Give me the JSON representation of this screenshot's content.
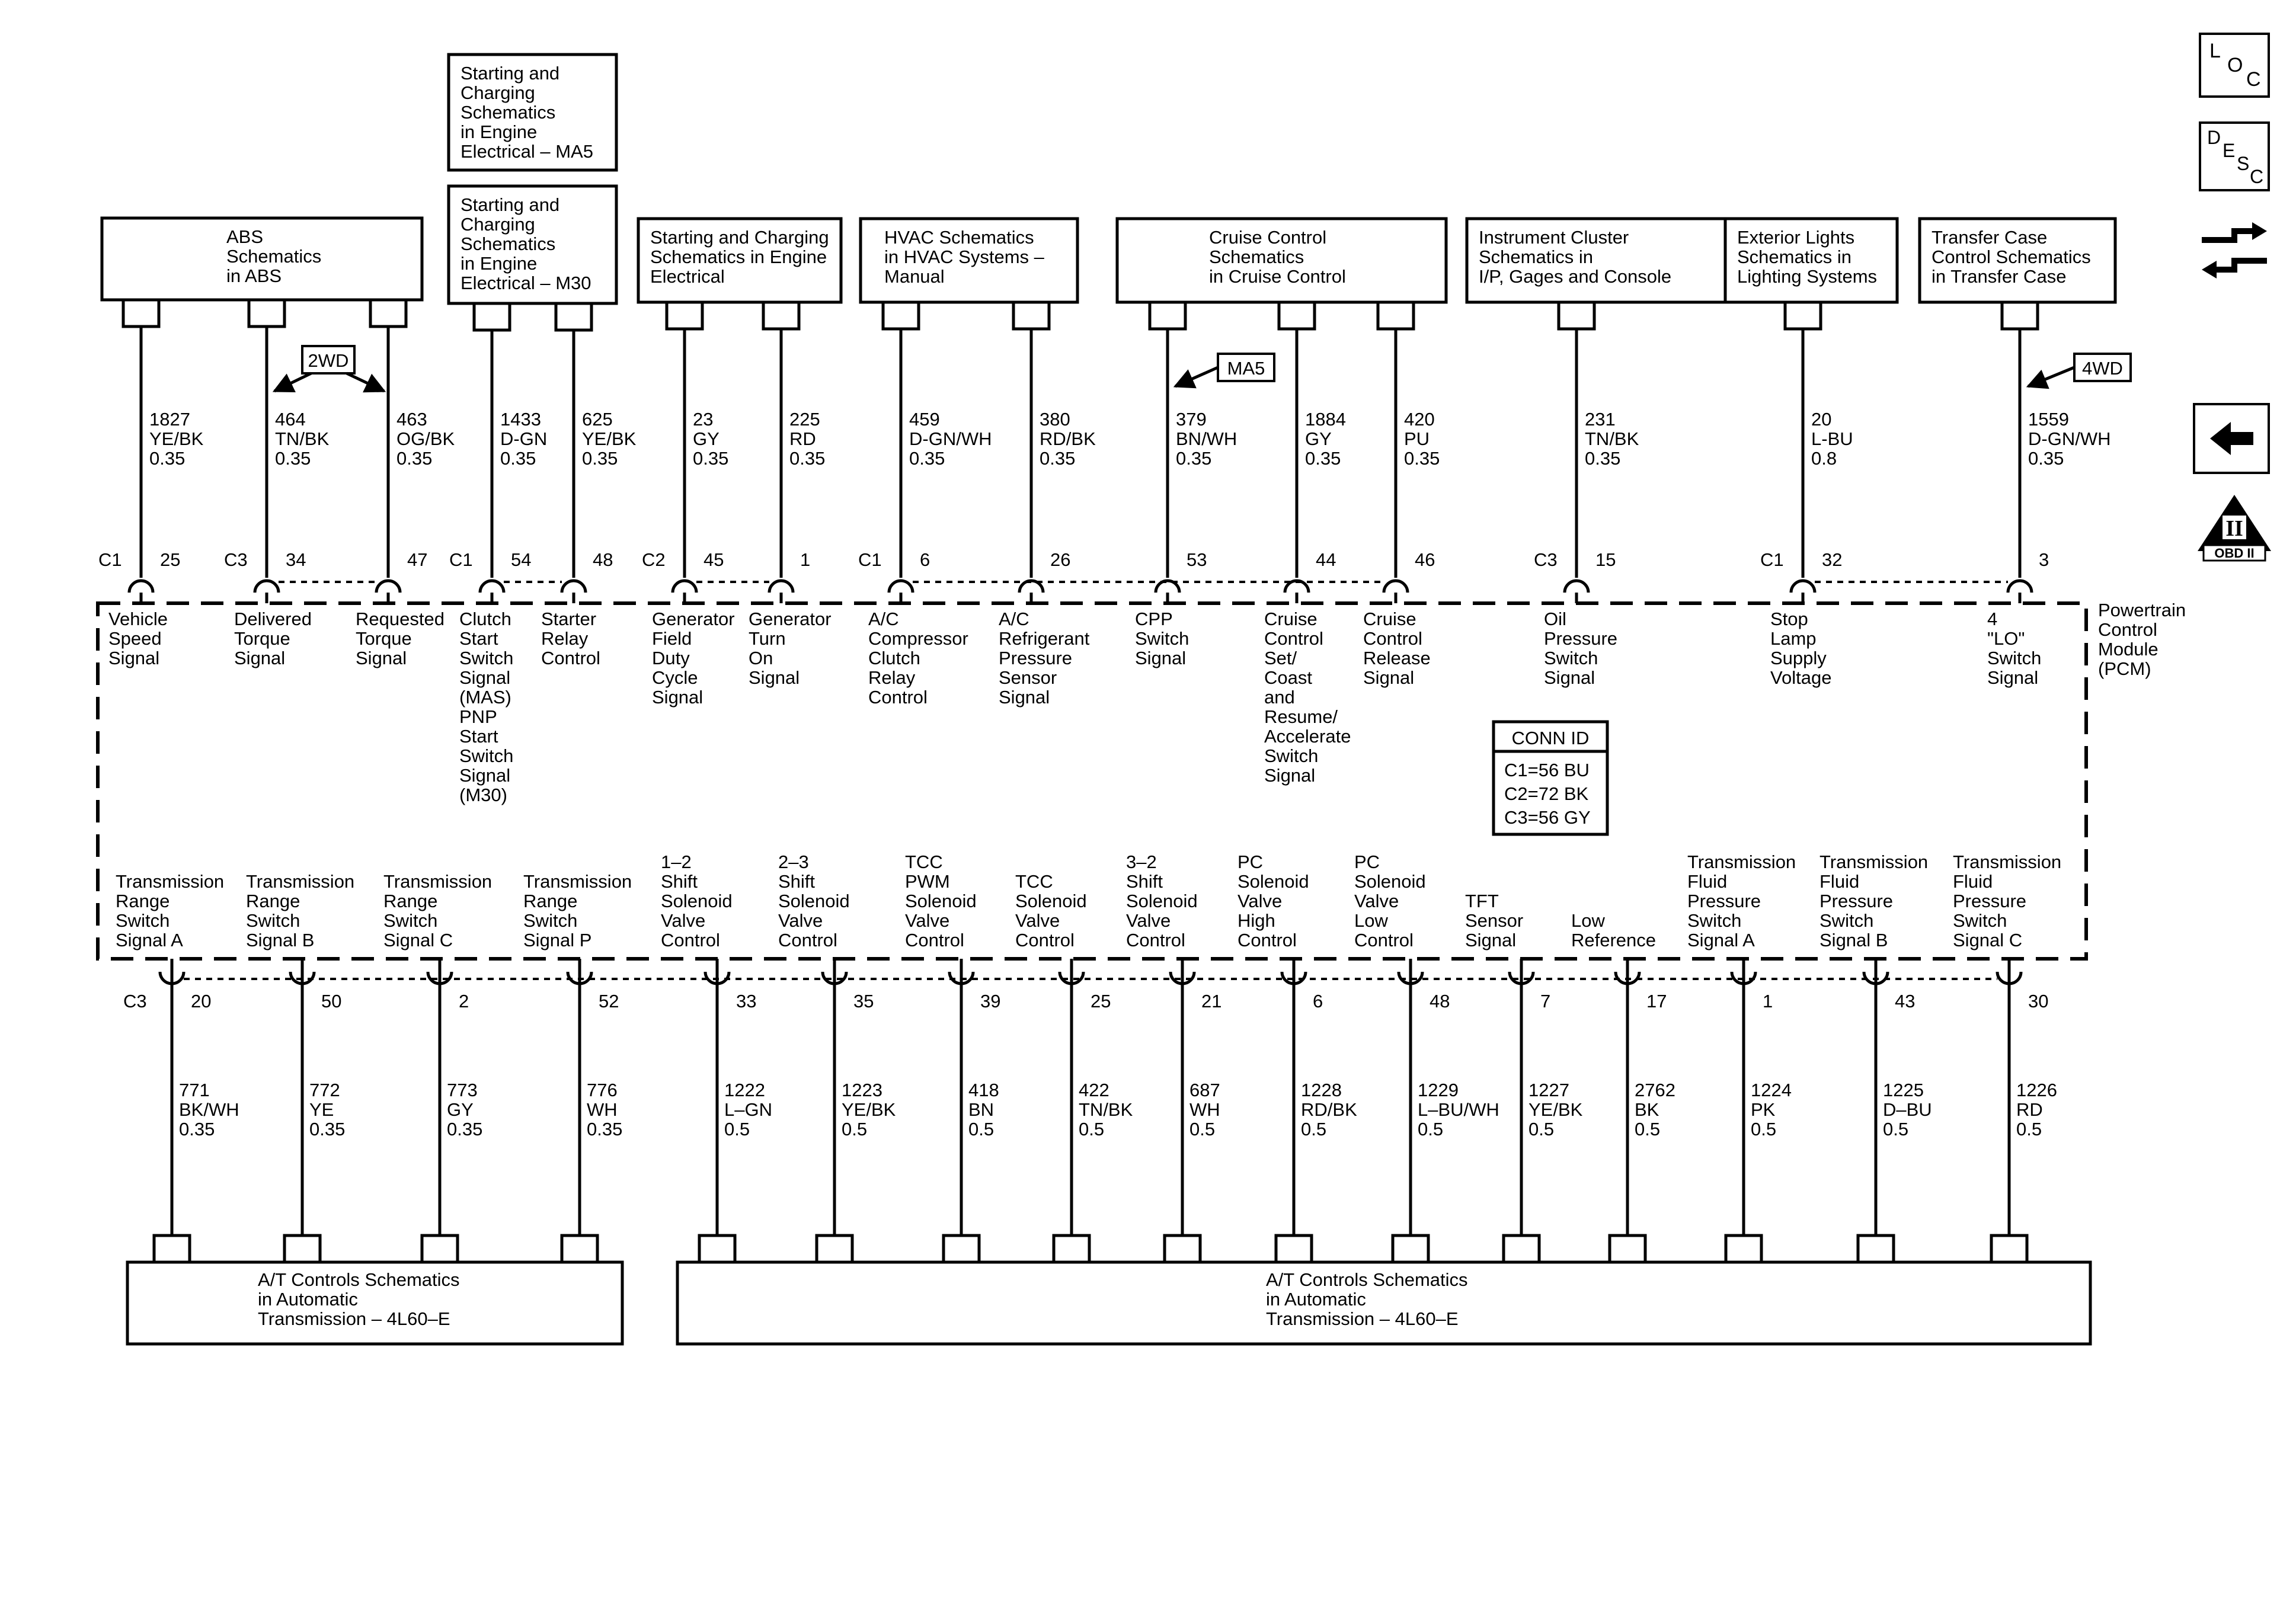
{
  "top_refs": [
    {
      "lines": [
        "ABS",
        "Schematics",
        "in ABS"
      ]
    },
    {
      "lines": [
        "Starting and",
        "Charging",
        "Schematics",
        "in Engine",
        "Electrical – MA5"
      ]
    },
    {
      "lines": [
        "Starting and",
        "Charging",
        "Schematics",
        "in Engine",
        "Electrical – M30"
      ]
    },
    {
      "lines": [
        "Starting and Charging",
        "Schematics in Engine",
        "Electrical"
      ]
    },
    {
      "lines": [
        "HVAC Schematics",
        "in HVAC Systems –",
        "Manual"
      ]
    },
    {
      "lines": [
        "Cruise Control",
        "Schematics",
        "in Cruise Control"
      ]
    },
    {
      "lines": [
        "Instrument Cluster",
        "Schematics in",
        "I/P, Gages and Console"
      ]
    },
    {
      "lines": [
        "Exterior Lights",
        "Schematics in",
        "Lighting Systems"
      ]
    },
    {
      "lines": [
        "Transfer Case",
        "Control Schematics",
        "in Transfer Case"
      ]
    }
  ],
  "bottom_refs": [
    {
      "lines": [
        "A/T Controls Schematics",
        "in Automatic",
        "Transmission – 4L60–E"
      ]
    },
    {
      "lines": [
        "A/T Controls Schematics",
        "in Automatic",
        "Transmission – 4L60–E"
      ]
    }
  ],
  "top_wires": [
    {
      "connector": "C1",
      "pin": "25",
      "circuit": "1827",
      "color": "YE/BK",
      "gauge": "0.35",
      "function": [
        "Vehicle",
        "Speed",
        "Signal"
      ]
    },
    {
      "connector": "C3",
      "pin": "34",
      "circuit": "464",
      "color": "TN/BK",
      "gauge": "0.35",
      "function": [
        "Delivered",
        "Torque",
        "Signal"
      ]
    },
    {
      "connector": "",
      "pin": "47",
      "circuit": "463",
      "color": "OG/BK",
      "gauge": "0.35",
      "function": [
        "Requested",
        "Torque",
        "Signal"
      ]
    },
    {
      "connector": "C1",
      "pin": "54",
      "circuit": "1433",
      "color": "D-GN",
      "gauge": "0.35",
      "function": [
        "Clutch",
        "Start",
        "Switch",
        "Signal",
        "(MAS)",
        "PNP",
        "Start",
        "Switch",
        "Signal",
        "(M30)"
      ]
    },
    {
      "connector": "",
      "pin": "48",
      "circuit": "625",
      "color": "YE/BK",
      "gauge": "0.35",
      "function": [
        "Starter",
        "Relay",
        "Control"
      ]
    },
    {
      "connector": "C2",
      "pin": "45",
      "circuit": "23",
      "color": "GY",
      "gauge": "0.35",
      "function": [
        "Generator",
        "Field",
        "Duty",
        "Cycle",
        "Signal"
      ]
    },
    {
      "connector": "",
      "pin": "1",
      "circuit": "225",
      "color": "RD",
      "gauge": "0.35",
      "function": [
        "Generator",
        "Turn",
        "On",
        "Signal"
      ]
    },
    {
      "connector": "C1",
      "pin": "6",
      "circuit": "459",
      "color": "D-GN/WH",
      "gauge": "0.35",
      "function": [
        "A/C",
        "Compressor",
        "Clutch",
        "Relay",
        "Control"
      ]
    },
    {
      "connector": "",
      "pin": "26",
      "circuit": "380",
      "color": "RD/BK",
      "gauge": "0.35",
      "function": [
        "A/C",
        "Refrigerant",
        "Pressure",
        "Sensor",
        "Signal"
      ]
    },
    {
      "connector": "",
      "pin": "53",
      "circuit": "379",
      "color": "BN/WH",
      "gauge": "0.35",
      "function": [
        "CPP",
        "Switch",
        "Signal"
      ]
    },
    {
      "connector": "",
      "pin": "44",
      "circuit": "1884",
      "color": "GY",
      "gauge": "0.35",
      "function": [
        "Cruise",
        "Control",
        "Set/",
        "Coast",
        "and",
        "Resume/",
        "Accelerate",
        "Switch",
        "Signal"
      ]
    },
    {
      "connector": "",
      "pin": "46",
      "circuit": "420",
      "color": "PU",
      "gauge": "0.35",
      "function": [
        "Cruise",
        "Control",
        "Release",
        "Signal"
      ]
    },
    {
      "connector": "C3",
      "pin": "15",
      "circuit": "231",
      "color": "TN/BK",
      "gauge": "0.35",
      "function": [
        "Oil",
        "Pressure",
        "Switch",
        "Signal"
      ]
    },
    {
      "connector": "C1",
      "pin": "32",
      "circuit": "20",
      "color": "L-BU",
      "gauge": "0.8",
      "function": [
        "Stop",
        "Lamp",
        "Supply",
        "Voltage"
      ]
    },
    {
      "connector": "",
      "pin": "3",
      "circuit": "1559",
      "color": "D-GN/WH",
      "gauge": "0.35",
      "function": [
        "4",
        "\"LO\"",
        "Switch",
        "Signal"
      ]
    }
  ],
  "bottom_wires": [
    {
      "connector": "C3",
      "pin": "20",
      "circuit": "771",
      "color": "BK/WH",
      "gauge": "0.35",
      "function": [
        "Transmission",
        "Range",
        "Switch",
        "Signal A"
      ]
    },
    {
      "connector": "",
      "pin": "50",
      "circuit": "772",
      "color": "YE",
      "gauge": "0.35",
      "function": [
        "Transmission",
        "Range",
        "Switch",
        "Signal B"
      ]
    },
    {
      "connector": "",
      "pin": "2",
      "circuit": "773",
      "color": "GY",
      "gauge": "0.35",
      "function": [
        "Transmission",
        "Range",
        "Switch",
        "Signal C"
      ]
    },
    {
      "connector": "",
      "pin": "52",
      "circuit": "776",
      "color": "WH",
      "gauge": "0.35",
      "function": [
        "Transmission",
        "Range",
        "Switch",
        "Signal P"
      ]
    },
    {
      "connector": "",
      "pin": "33",
      "circuit": "1222",
      "color": "L–GN",
      "gauge": "0.5",
      "function": [
        "1–2",
        "Shift",
        "Solenoid",
        "Valve",
        "Control"
      ]
    },
    {
      "connector": "",
      "pin": "35",
      "circuit": "1223",
      "color": "YE/BK",
      "gauge": "0.5",
      "function": [
        "2–3",
        "Shift",
        "Solenoid",
        "Valve",
        "Control"
      ]
    },
    {
      "connector": "",
      "pin": "39",
      "circuit": "418",
      "color": "BN",
      "gauge": "0.5",
      "function": [
        "TCC",
        "PWM",
        "Solenoid",
        "Valve",
        "Control"
      ]
    },
    {
      "connector": "",
      "pin": "25",
      "circuit": "422",
      "color": "TN/BK",
      "gauge": "0.5",
      "function": [
        "TCC",
        "Solenoid",
        "Valve",
        "Control"
      ]
    },
    {
      "connector": "",
      "pin": "21",
      "circuit": "687",
      "color": "WH",
      "gauge": "0.5",
      "function": [
        "3–2",
        "Shift",
        "Solenoid",
        "Valve",
        "Control"
      ]
    },
    {
      "connector": "",
      "pin": "6",
      "circuit": "1228",
      "color": "RD/BK",
      "gauge": "0.5",
      "function": [
        "PC",
        "Solenoid",
        "Valve",
        "High",
        "Control"
      ]
    },
    {
      "connector": "",
      "pin": "48",
      "circuit": "1229",
      "color": "L–BU/WH",
      "gauge": "0.5",
      "function": [
        "PC",
        "Solenoid",
        "Valve",
        "Low",
        "Control"
      ]
    },
    {
      "connector": "",
      "pin": "7",
      "circuit": "1227",
      "color": "YE/BK",
      "gauge": "0.5",
      "function": [
        "TFT",
        "Sensor",
        "Signal"
      ]
    },
    {
      "connector": "",
      "pin": "17",
      "circuit": "2762",
      "color": "BK",
      "gauge": "0.5",
      "function": [
        "Low",
        "Reference"
      ]
    },
    {
      "connector": "",
      "pin": "1",
      "circuit": "1224",
      "color": "PK",
      "gauge": "0.5",
      "function": [
        "Transmission",
        "Fluid",
        "Pressure",
        "Switch",
        "Signal A"
      ]
    },
    {
      "connector": "",
      "pin": "43",
      "circuit": "1225",
      "color": "D–BU",
      "gauge": "0.5",
      "function": [
        "Transmission",
        "Fluid",
        "Pressure",
        "Switch",
        "Signal B"
      ]
    },
    {
      "connector": "",
      "pin": "30",
      "circuit": "1226",
      "color": "RD",
      "gauge": "0.5",
      "function": [
        "Transmission",
        "Fluid",
        "Pressure",
        "Switch",
        "Signal C"
      ]
    }
  ],
  "module_name": [
    "Powertrain",
    "Control",
    "Module",
    "(PCM)"
  ],
  "conn_id": {
    "title": "CONN ID",
    "lines": [
      "C1=56 BU",
      "C2=72 BK",
      "C3=56 GY"
    ]
  },
  "option_tags": {
    "tag_2wd": "2WD",
    "tag_ma5": "MA5",
    "tag_4wd": "4WD"
  },
  "side_icons": {
    "loc": "LOC",
    "desc": "DESC",
    "obd": "OBD II",
    "obd_numeral": "II"
  }
}
